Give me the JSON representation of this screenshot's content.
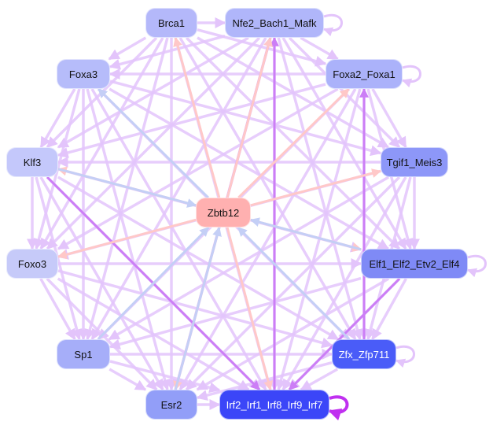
{
  "graph": {
    "nodes": [
      {
        "id": "brca1",
        "label": "Brca1",
        "color": "#b4b8fa",
        "text_color": "#111111"
      },
      {
        "id": "nfe2",
        "label": "Nfe2_Bach1_Mafk",
        "color": "#b0b6fa",
        "text_color": "#111111",
        "self_loop": true
      },
      {
        "id": "foxa2",
        "label": "Foxa2_Foxa1",
        "color": "#abb2fa",
        "text_color": "#111111",
        "self_loop": true
      },
      {
        "id": "foxa3",
        "label": "Foxa3",
        "color": "#b6bcfa",
        "text_color": "#111111"
      },
      {
        "id": "tgif1",
        "label": "Tgif1_Meis3",
        "color": "#8d97f8",
        "text_color": "#111111"
      },
      {
        "id": "klf3",
        "label": "Klf3",
        "color": "#c4c8fb",
        "text_color": "#111111"
      },
      {
        "id": "zbtb12",
        "label": "Zbtb12",
        "color": "#ffb0b0",
        "text_color": "#111111"
      },
      {
        "id": "foxo3",
        "label": "Foxo3",
        "color": "#c6caf9",
        "text_color": "#111111"
      },
      {
        "id": "elf1",
        "label": "Elf1_Elf2_Etv2_Elf4",
        "color": "#7f8af6",
        "text_color": "#111111",
        "self_loop": true
      },
      {
        "id": "sp1",
        "label": "Sp1",
        "color": "#a6aef9",
        "text_color": "#111111"
      },
      {
        "id": "zfx",
        "label": "Zfx_Zfp711",
        "color": "#4a5cf8",
        "text_color": "#ffffff",
        "self_loop": true
      },
      {
        "id": "esr2",
        "label": "Esr2",
        "color": "#929ef8",
        "text_color": "#111111"
      },
      {
        "id": "irf2",
        "label": "Irf2_Irf1_Irf8_Irf9_Irf7",
        "color": "#3b46f8",
        "text_color": "#ffffff",
        "self_loop": true,
        "self_loop_color": "#c030f0"
      }
    ],
    "edge_colors": {
      "default": "#e3c4fb",
      "strong": "#cc7ef6",
      "activating": "#ffc8c8",
      "repressing": "#c4cff6"
    },
    "hub_edges": [
      {
        "from": "zbtb12",
        "to": "brca1",
        "type": "activating"
      },
      {
        "from": "zbtb12",
        "to": "nfe2",
        "type": "activating"
      },
      {
        "from": "zbtb12",
        "to": "foxa2",
        "type": "activating"
      },
      {
        "from": "zbtb12",
        "to": "tgif1",
        "type": "activating"
      },
      {
        "from": "zbtb12",
        "to": "elf1",
        "type": "activating"
      },
      {
        "from": "zbtb12",
        "to": "foxo3",
        "type": "activating"
      },
      {
        "from": "zbtb12",
        "to": "klf3",
        "type": "activating"
      },
      {
        "from": "zbtb12",
        "to": "foxa3",
        "type": "repressing"
      },
      {
        "from": "zbtb12",
        "to": "irf2",
        "type": "activating"
      },
      {
        "from": "zbtb12",
        "to": "esr2",
        "type": "activating"
      },
      {
        "from": "sp1",
        "to": "zbtb12",
        "type": "repressing"
      },
      {
        "from": "esr2",
        "to": "zbtb12",
        "type": "repressing"
      },
      {
        "from": "zfx",
        "to": "zbtb12",
        "type": "repressing"
      },
      {
        "from": "elf1",
        "to": "zbtb12",
        "type": "repressing"
      },
      {
        "from": "klf3",
        "to": "zbtb12",
        "type": "repressing"
      }
    ],
    "strong_edges": [
      {
        "from": "esr2",
        "to": "nfe2"
      },
      {
        "from": "irf2",
        "to": "nfe2"
      },
      {
        "from": "klf3",
        "to": "irf2"
      },
      {
        "from": "elf1",
        "to": "irf2"
      },
      {
        "from": "zfx",
        "to": "foxa2"
      }
    ]
  }
}
